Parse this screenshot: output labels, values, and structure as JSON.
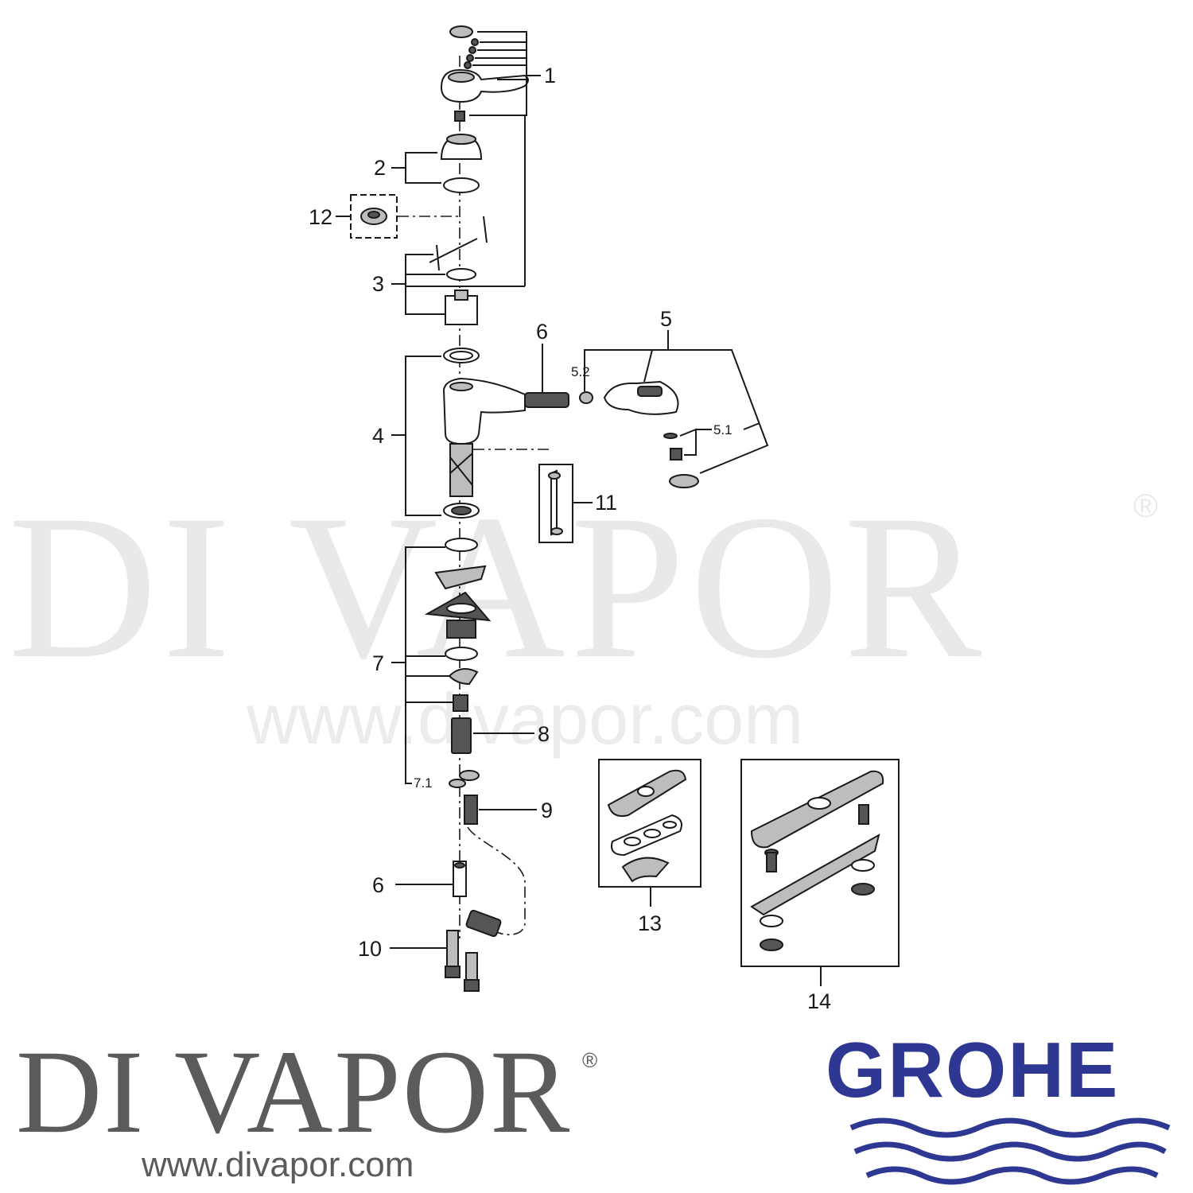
{
  "watermark": {
    "brand": "DI VAPOR",
    "registered": "®",
    "url": "www.divapor.com"
  },
  "labels": {
    "l1": "1",
    "l2": "2",
    "l3": "3",
    "l4": "4",
    "l5": "5",
    "l5_1": "5.1",
    "l5_2": "5.2",
    "l6_top": "6",
    "l6_bottom": "6",
    "l7": "7",
    "l7_1": "7.1",
    "l8": "8",
    "l9": "9",
    "l10": "10",
    "l11": "11",
    "l12": "12",
    "l13": "13",
    "l14": "14"
  },
  "footer": {
    "brand": "DI VAPOR",
    "registered": "®",
    "url": "www.divapor.com",
    "grohe": "GROHE"
  },
  "colors": {
    "grohe_blue": "#2e3892",
    "watermark_gray": "#e9e9e9",
    "logo_gray": "#5b5b5b"
  }
}
